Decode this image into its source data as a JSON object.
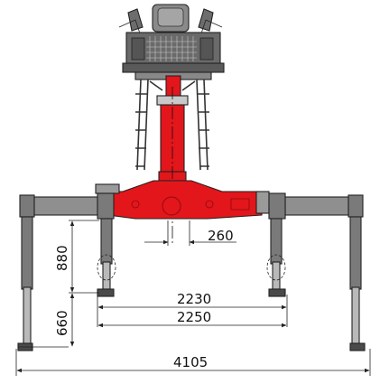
{
  "colors": {
    "boom_red": "#e3161b",
    "steel_grey": "#7a7a7a",
    "steel_dark": "#4a4a4a",
    "steel_light": "#b9b9b9",
    "line": "#222222"
  },
  "dimensions": {
    "center_offset": "260",
    "pad_span_inner": "2230",
    "pad_span_outer": "2250",
    "overall_width": "4105",
    "height_upper": "880",
    "height_lower": "660"
  }
}
